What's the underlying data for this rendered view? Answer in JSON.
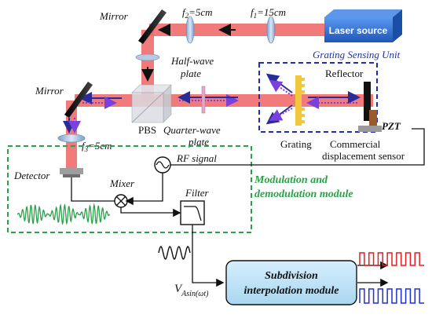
{
  "labels": {
    "mirror_top": "Mirror",
    "f2": "f2=5cm",
    "f1": "f1=15cm",
    "laser_source": "Laser source",
    "grating_unit": "Grating Sensing Unit",
    "half_wave_line1": "Half-wave",
    "half_wave_line2": "plate",
    "reflector": "Reflector",
    "mirror_left": "Mirror",
    "pbs": "PBS",
    "quarter_wave_line1": "Quarter-wave",
    "quarter_wave_line2": "plate",
    "pzt": "PZT",
    "f3": "f3=5cm",
    "grating": "Grating",
    "commercial_line1": "Commercial",
    "commercial_line2": "displacement sensor",
    "detector": "Detector",
    "rf_signal": "RF signal",
    "mixer": "Mixer",
    "mod_line1": "Modulation and",
    "mod_line2": "demodulation module",
    "filter": "Filter",
    "v_main": "V",
    "v_sub": "Asin(ωt)",
    "subdiv_line1": "Subdivision",
    "subdiv_line2": "interpolation module"
  },
  "colors": {
    "beam": "#ef6b6b",
    "beam_edge": "#d94a4a",
    "laser_box": "#2e6fd6",
    "grating_unit_box": "#1f2fb0",
    "grating_unit_text": "#1f2fb0",
    "module_box": "#2aa14a",
    "module_text": "#2aa14a",
    "grating_body": "#f2c83a",
    "subdiv_box": "#bfe3f5",
    "signal_wave": "#2aa14a",
    "square_red": "#e02020",
    "square_blue": "#2030d0",
    "arrow_dark": "#2b2b9a",
    "arrow_purple": "#7b3fe0",
    "optics": "#a9c0dd"
  }
}
